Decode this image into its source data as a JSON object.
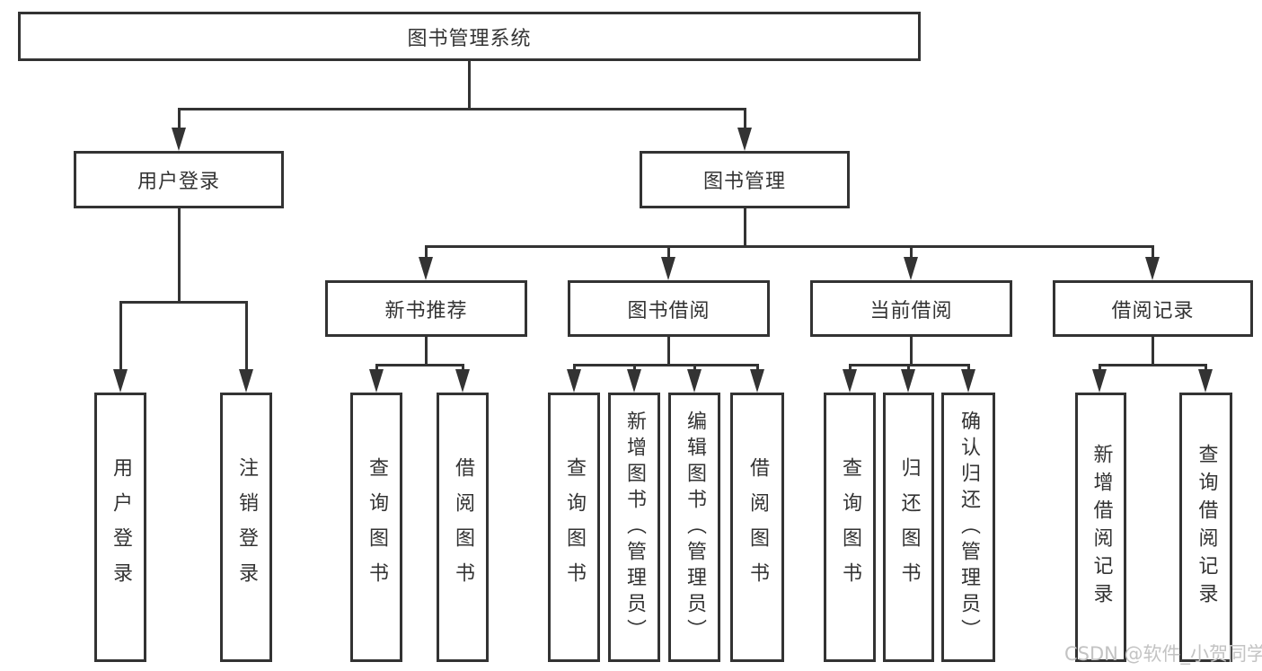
{
  "colors": {
    "line": "#333333",
    "text": "#333333",
    "watermark": "#c3c3c3"
  },
  "watermark": "CSDN @软件_小贺同学",
  "nodes": {
    "root": "图书管理系统",
    "login": {
      "label": "用户登录",
      "children": [
        "用户登录",
        "注销登录"
      ]
    },
    "mgmt": {
      "label": "图书管理"
    },
    "recommend": {
      "label": "新书推荐",
      "children": [
        "查询图书",
        "借阅图书"
      ]
    },
    "borrow": {
      "label": "图书借阅",
      "children": [
        "查询图书",
        "新增图书（管理员）",
        "编辑图书（管理员）",
        "借阅图书"
      ]
    },
    "current": {
      "label": "当前借阅",
      "children": [
        "查询图书",
        "归还图书",
        "确认归还（管理员）"
      ]
    },
    "records": {
      "label": "借阅记录",
      "children": [
        "新增借阅记录",
        "查询借阅记录"
      ]
    }
  }
}
